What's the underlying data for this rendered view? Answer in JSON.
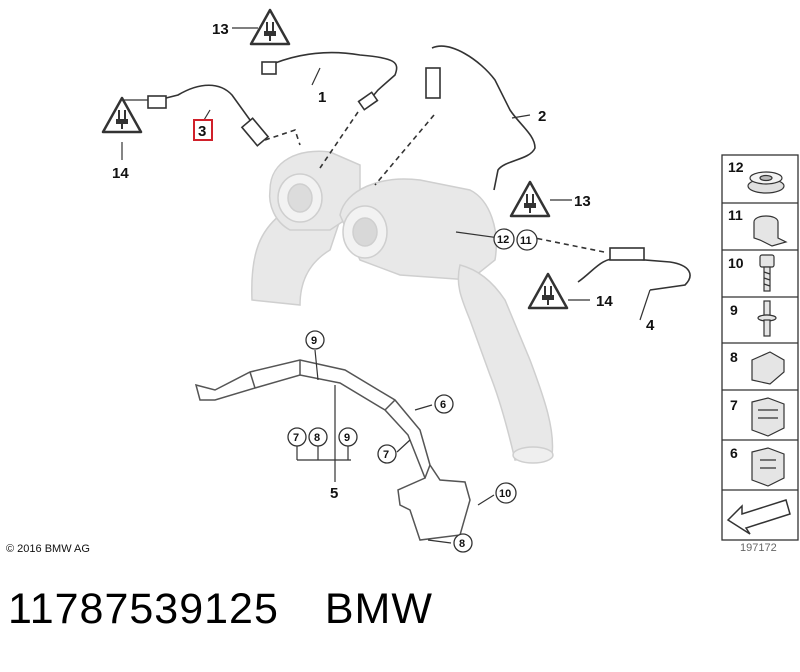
{
  "callouts": {
    "c1": "1",
    "c2": "2",
    "c3": "3",
    "c4": "4",
    "c5": "5",
    "c13a": "13",
    "c13b": "13",
    "c14a": "14",
    "c14b": "14",
    "circ6": "6",
    "circ7": "7",
    "circ8": "8",
    "circ9": "9",
    "circ10": "10",
    "circ11": "11",
    "circ12": "12",
    "group_7": "7",
    "group_8": "8",
    "group_9": "9"
  },
  "legend": {
    "items": [
      "12",
      "11",
      "10",
      "9",
      "8",
      "7",
      "6"
    ]
  },
  "footer": {
    "copyright": "© 2016 BMW AG",
    "figure_number": "197172",
    "part_number": "11787539125",
    "brand": "BMW"
  },
  "colors": {
    "highlight": "#d0202a",
    "part_fill": "#e6e6e6",
    "line": "#444444"
  },
  "icons": [
    "sensor-connector-warning-icon",
    "legend-part-icons",
    "arrow-icon"
  ]
}
